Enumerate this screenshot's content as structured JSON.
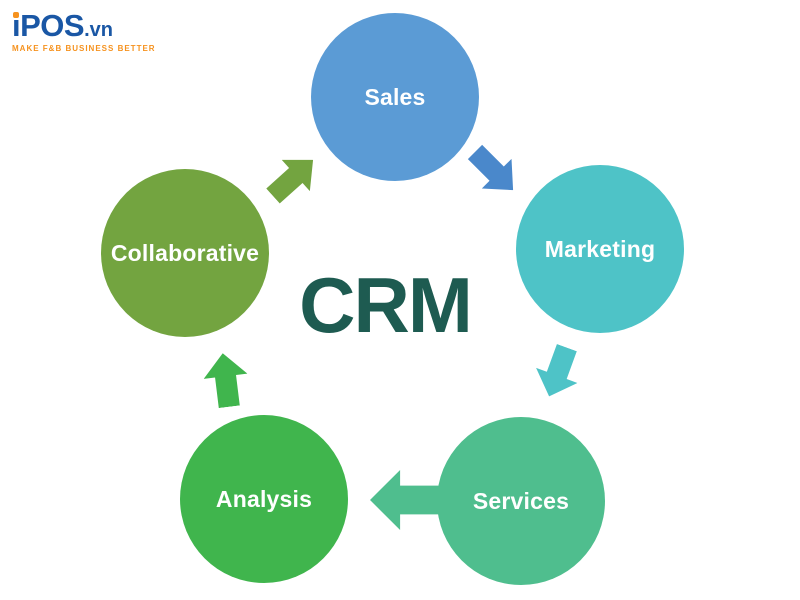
{
  "logo": {
    "brand_i": "i",
    "brand_pos": "POS",
    "brand_domain": ".vn",
    "tagline": "MAKE F&B BUSINESS BETTER",
    "brand_color": "#1A57A5",
    "accent_color": "#F6921E"
  },
  "diagram": {
    "center_label": "CRM",
    "center_color": "#1E5B51",
    "nodes": [
      {
        "id": "sales",
        "label": "Sales",
        "color": "#5B9BD5"
      },
      {
        "id": "marketing",
        "label": "Marketing",
        "color": "#4EC3C7"
      },
      {
        "id": "services",
        "label": "Services",
        "color": "#4FBE8E"
      },
      {
        "id": "analysis",
        "label": "Analysis",
        "color": "#40B54D"
      },
      {
        "id": "collaborative",
        "label": "Collaborative",
        "color": "#73A440"
      }
    ],
    "arrows": [
      {
        "id": "sales-to-marketing",
        "color": "#4A88CB"
      },
      {
        "id": "marketing-to-services",
        "color": "#4EC3C7"
      },
      {
        "id": "services-to-analysis",
        "color": "#4FBE8E"
      },
      {
        "id": "analysis-to-collaborative",
        "color": "#40B54D"
      },
      {
        "id": "collaborative-to-sales",
        "color": "#73A440"
      }
    ]
  }
}
